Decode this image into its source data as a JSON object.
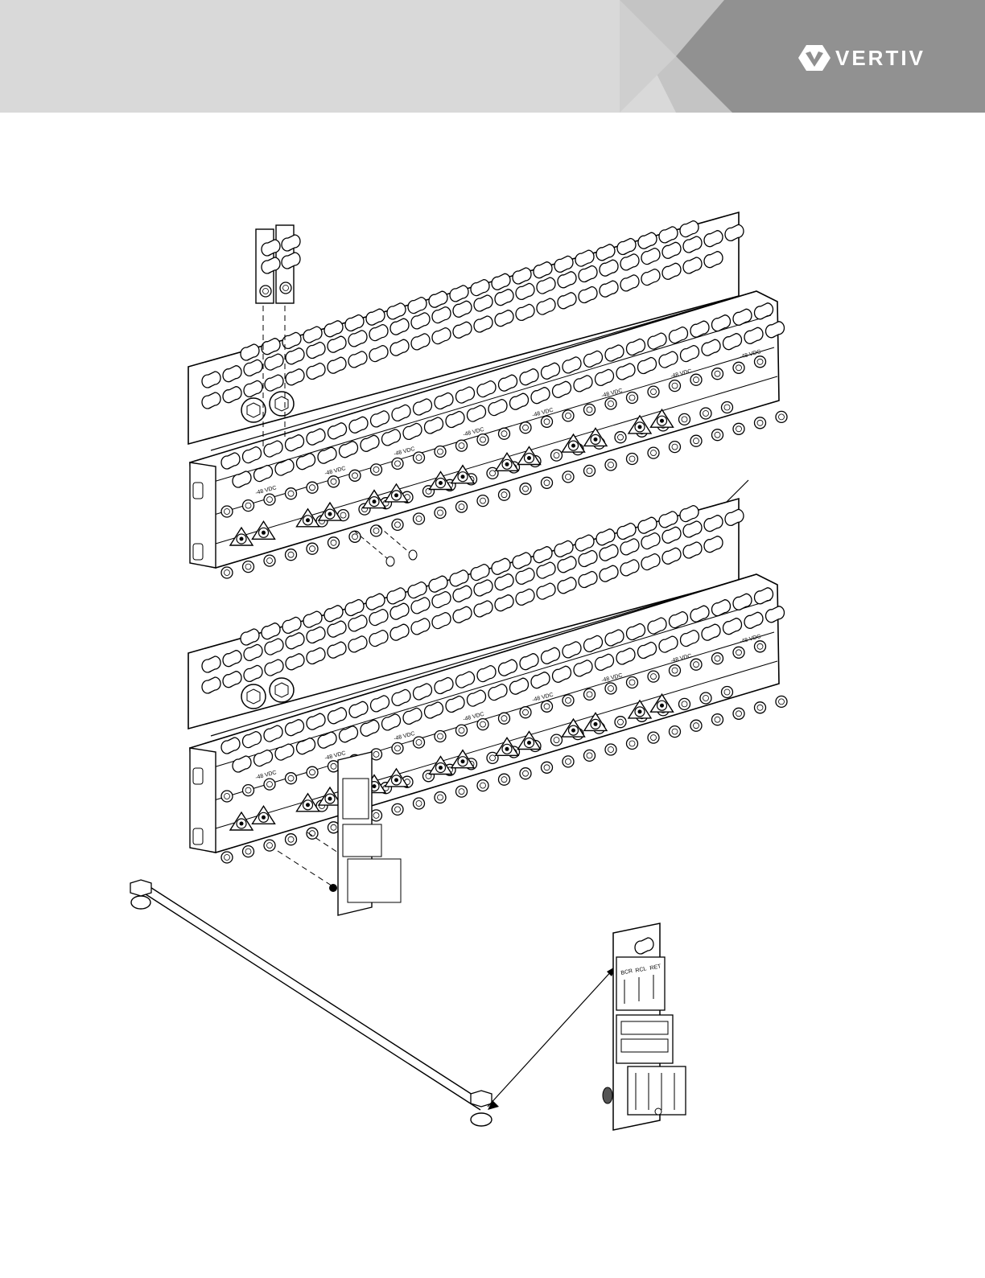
{
  "brand": {
    "name": "VERTIV",
    "tm": "™",
    "colors": {
      "header_light": "#d9d9d9",
      "header_mid": "#c2c2c2",
      "header_dark": "#8f8f8f",
      "logo": "#ffffff"
    },
    "icon": "vertiv-chevron-logo-icon"
  },
  "figure": {
    "panel_labels": [
      "-48 VDC",
      "-48 VDC",
      "-48 VDC",
      "-48 VDC",
      "-48 VDC",
      "-48 VDC",
      "-48 VDC",
      "-48 VDC"
    ],
    "module_labels": [
      "BCR",
      "RCL",
      "RET"
    ],
    "icons": [
      "busbar-panel",
      "breaker-module",
      "ground-cable",
      "alarm-module",
      "standoff-bracket",
      "mounting-screw"
    ]
  }
}
